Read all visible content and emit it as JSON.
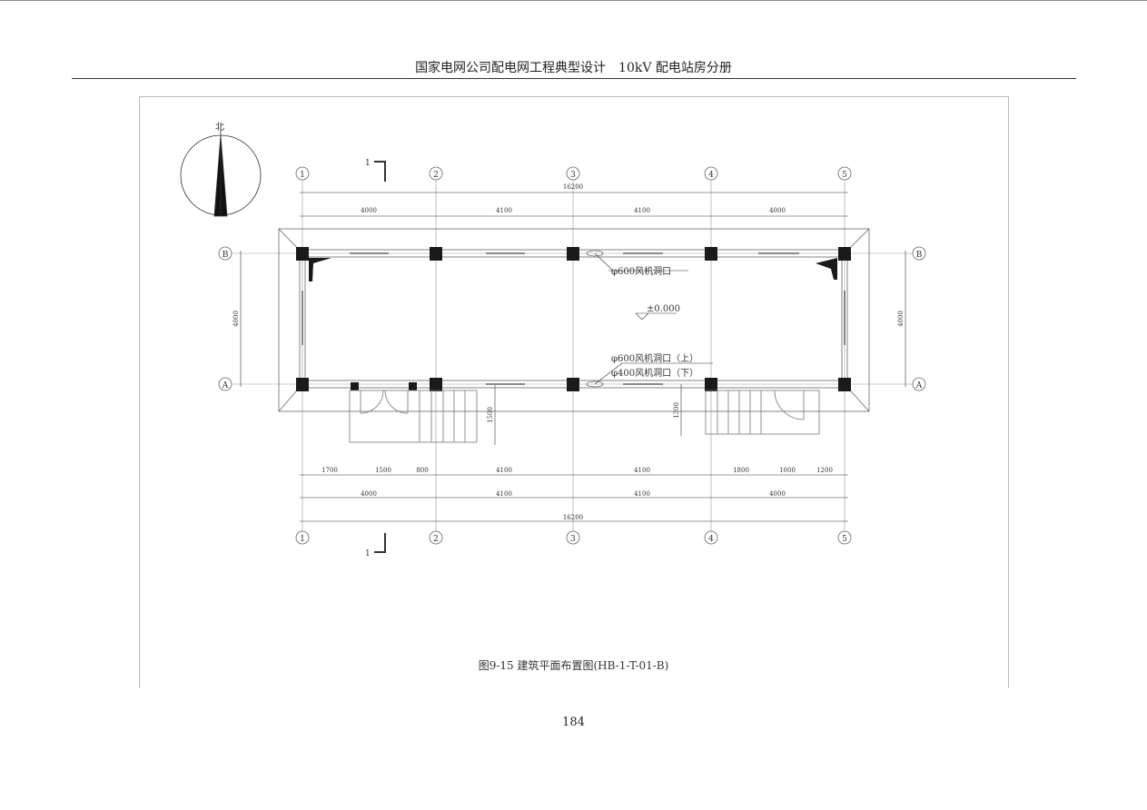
{
  "header": {
    "title": "国家电网公司配电网工程典型设计　10kV 配电站房分册"
  },
  "drawing": {
    "north_label": "北",
    "section_mark": "1",
    "axes_x": [
      "1",
      "2",
      "3",
      "4",
      "5"
    ],
    "axes_y": [
      "A",
      "B"
    ],
    "top_total": "16200",
    "top_spans": [
      "4000",
      "4100",
      "4100",
      "4000"
    ],
    "bottom_detail": [
      "1700",
      "1500",
      "800",
      "4100",
      "4100",
      "1800",
      "1000",
      "1200"
    ],
    "bottom_spans": [
      "4000",
      "4100",
      "4100",
      "4000"
    ],
    "bottom_total": "16200",
    "side_dim": "4000",
    "stair_left": "1500",
    "stair_right": "1300",
    "elevation": "±0.000",
    "fan_top": "φ600风机洞口",
    "fan_bottom_upper": "φ600风机洞口（上）",
    "fan_bottom_lower": "φ400风机洞口（下）"
  },
  "caption": "图9-15 建筑平面布置图(HB-1-T-01-B)",
  "page_number": "184"
}
